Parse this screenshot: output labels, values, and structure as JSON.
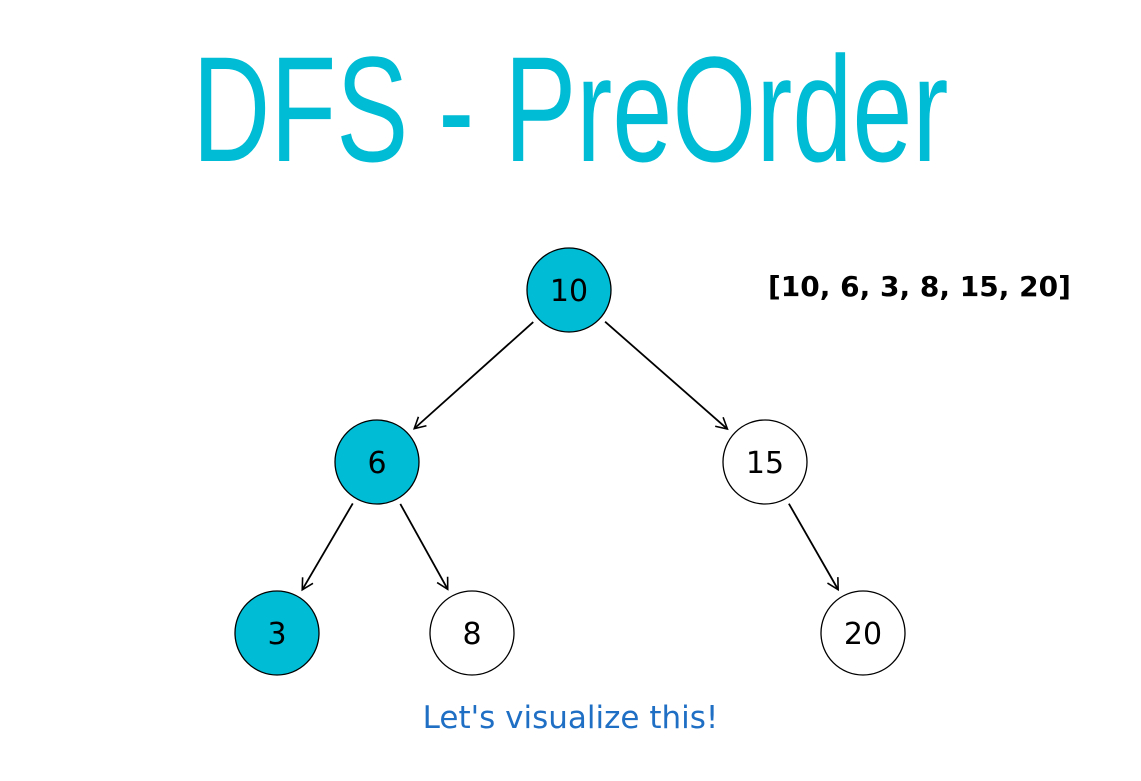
{
  "title": "DFS - PreOrder",
  "traversal_result": "[10, 6, 3, 8, 15, 20]",
  "cta_link": "Let's visualize this!",
  "colors": {
    "accent": "#00bcd4",
    "visited_fill": "#00bcd4",
    "unvisited_fill": "#ffffff",
    "link": "#1f6fc5"
  },
  "tree": {
    "nodes": [
      {
        "id": "n10",
        "label": "10",
        "visited": true
      },
      {
        "id": "n6",
        "label": "6",
        "visited": true
      },
      {
        "id": "n15",
        "label": "15",
        "visited": false
      },
      {
        "id": "n3",
        "label": "3",
        "visited": true
      },
      {
        "id": "n8",
        "label": "8",
        "visited": false
      },
      {
        "id": "n20",
        "label": "20",
        "visited": false
      }
    ],
    "edges": [
      {
        "from": "n10",
        "to": "n6"
      },
      {
        "from": "n10",
        "to": "n15"
      },
      {
        "from": "n6",
        "to": "n3"
      },
      {
        "from": "n6",
        "to": "n8"
      },
      {
        "from": "n15",
        "to": "n20"
      }
    ]
  }
}
